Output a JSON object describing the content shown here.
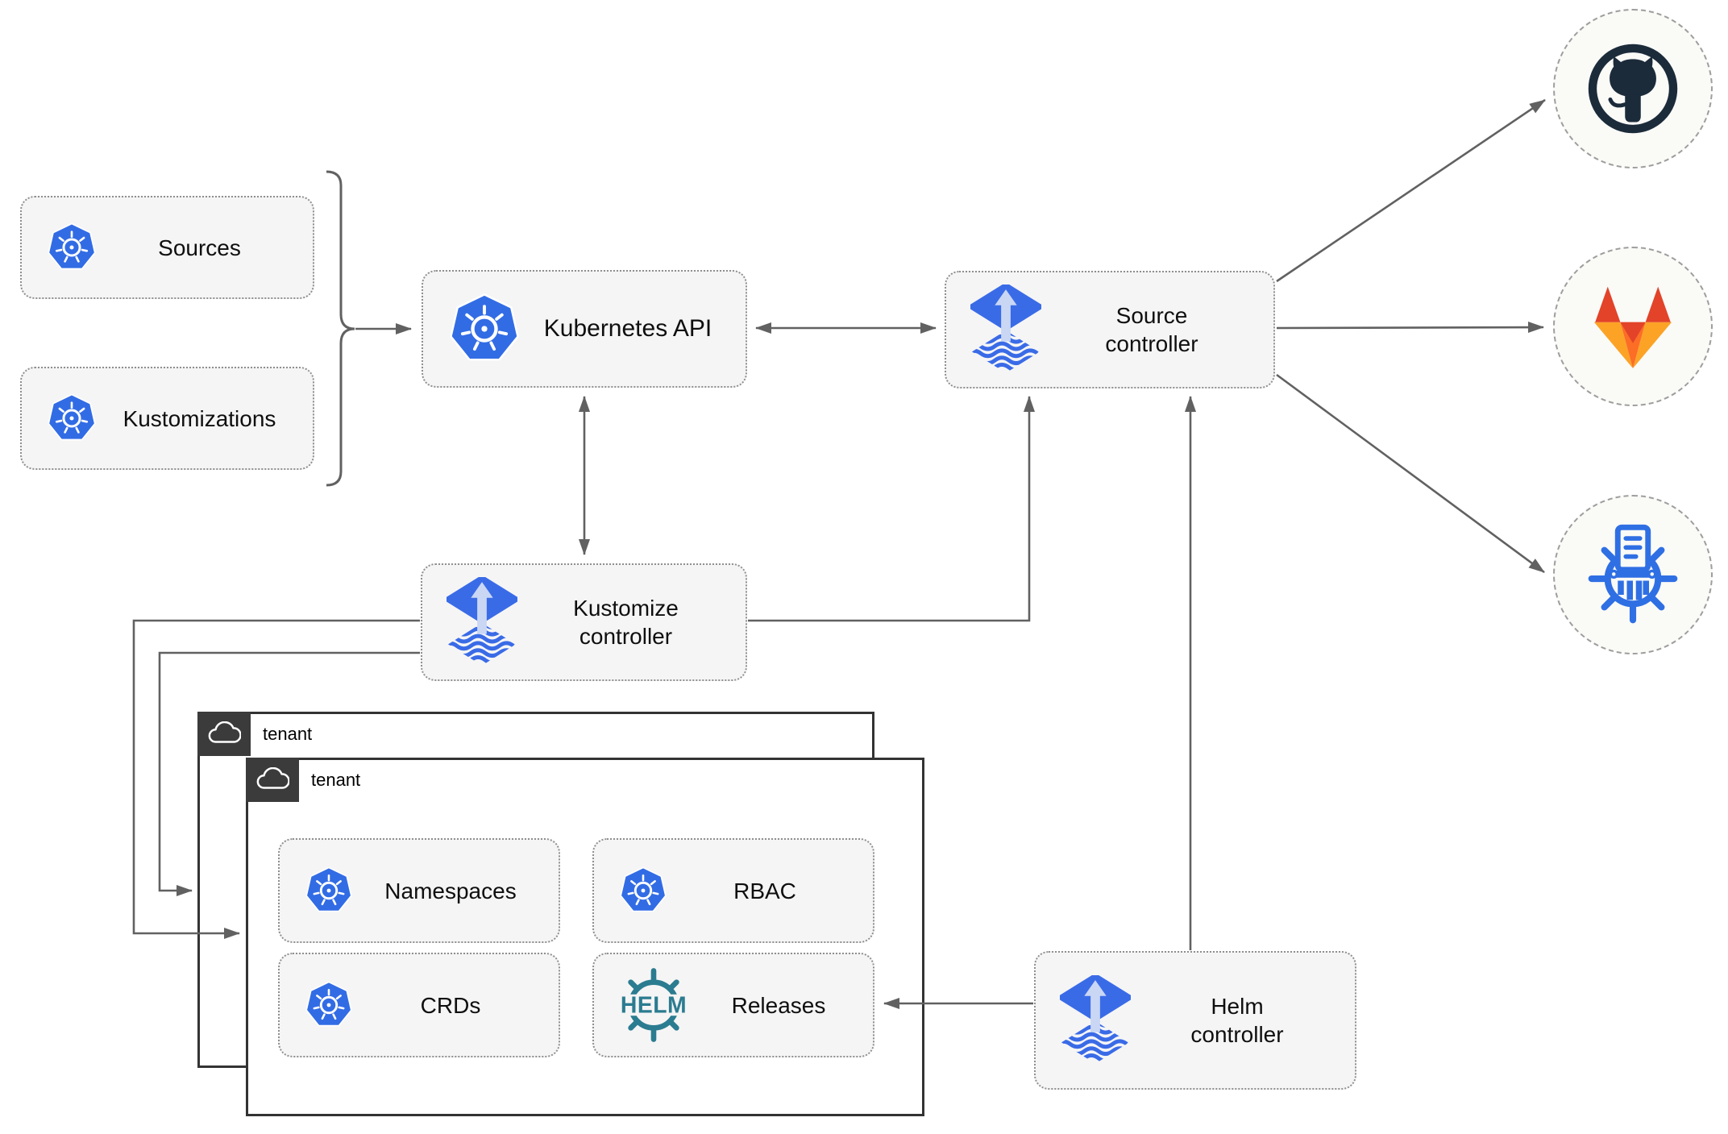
{
  "nodes": {
    "sources": {
      "label": "Sources",
      "icon": "kubernetes"
    },
    "kustomizations": {
      "label": "Kustomizations",
      "icon": "kubernetes"
    },
    "kubernetes_api": {
      "label": "Kubernetes API",
      "icon": "kubernetes"
    },
    "source_controller": {
      "label": "Source\ncontroller",
      "icon": "flux"
    },
    "kustomize_controller": {
      "label": "Kustomize\ncontroller",
      "icon": "flux"
    },
    "helm_controller": {
      "label": "Helm\ncontroller",
      "icon": "flux"
    },
    "tenant_outer": {
      "label": "tenant",
      "icon": "cloud"
    },
    "tenant_inner": {
      "label": "tenant",
      "icon": "cloud"
    },
    "namespaces": {
      "label": "Namespaces",
      "icon": "kubernetes"
    },
    "rbac": {
      "label": "RBAC",
      "icon": "kubernetes"
    },
    "crds": {
      "label": "CRDs",
      "icon": "kubernetes"
    },
    "releases": {
      "label": "Releases",
      "icon": "helm",
      "icon_text": "HELM"
    },
    "github": {
      "icon": "github"
    },
    "gitlab": {
      "icon": "gitlab"
    },
    "chart_repository": {
      "icon": "chartmuseum-registry"
    }
  },
  "edges": [
    {
      "from": "sources & kustomizations (brace)",
      "to": "kubernetes_api",
      "style": "arrow"
    },
    {
      "from": "kubernetes_api",
      "to": "source_controller",
      "style": "bidirectional"
    },
    {
      "from": "kubernetes_api",
      "to": "kustomize_controller",
      "style": "bidirectional"
    },
    {
      "from": "kustomize_controller",
      "to": "source_controller",
      "style": "arrow"
    },
    {
      "from": "kustomize_controller",
      "to": "tenant_inner",
      "style": "arrow"
    },
    {
      "from": "kustomize_controller",
      "to": "tenant_outer",
      "style": "arrow"
    },
    {
      "from": "helm_controller",
      "to": "source_controller",
      "style": "arrow"
    },
    {
      "from": "helm_controller",
      "to": "releases",
      "style": "arrow"
    },
    {
      "from": "source_controller",
      "to": "github",
      "style": "arrow"
    },
    {
      "from": "source_controller",
      "to": "gitlab",
      "style": "arrow"
    },
    {
      "from": "source_controller",
      "to": "chart_repository",
      "style": "arrow"
    }
  ],
  "colors": {
    "kubernetes_blue": "#326ce5",
    "flux_blue": "#3a6be7",
    "flux_arrow_light": "#c9d7f5",
    "helm_teal": "#2b7c90",
    "github_dark": "#1b2b3a",
    "gitlab_red_orange": "#e24329",
    "gitlab_orange": "#fc6d26",
    "gitlab_yellow": "#fca326",
    "chartmuseum_blue": "#2f6fe4",
    "node_fill": "#f5f5f5",
    "node_border": "#8f8f8f",
    "connector_gray": "#616161",
    "tenant_header_bg": "#3b3b3b",
    "tenant_border": "#333333"
  }
}
